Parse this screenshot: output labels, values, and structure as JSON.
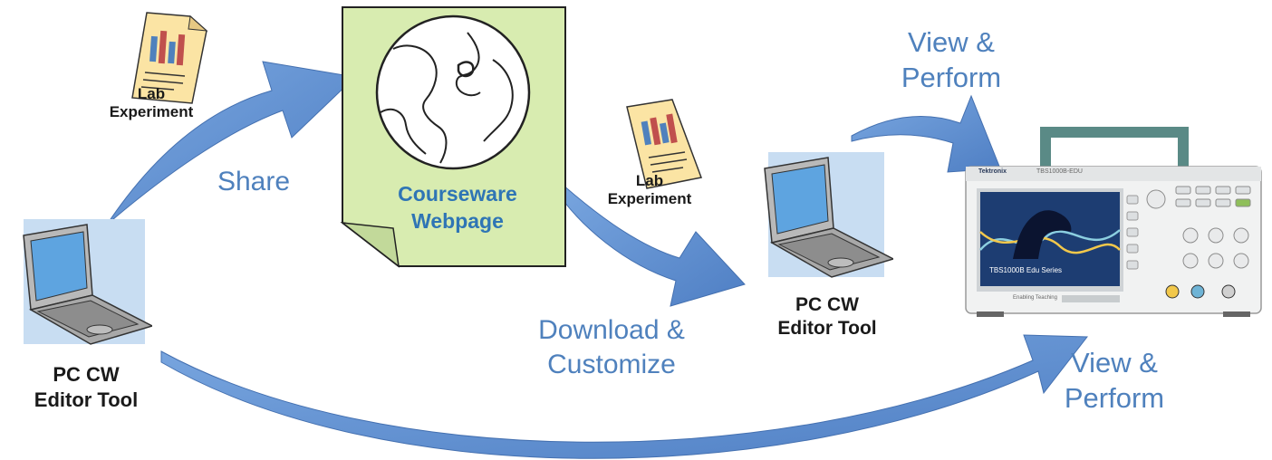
{
  "colors": {
    "arrow_blue": "#5b8fd3",
    "label_blue": "#4f81bd",
    "page_green": "#d8ecb0",
    "doc_yellow": "#fbe4a4",
    "screen_blue": "#5ea4e0"
  },
  "nodes": {
    "laptop_left": {
      "label_line1": "PC CW",
      "label_line2": "Editor Tool"
    },
    "laptop_center": {
      "label_line1": "PC CW",
      "label_line2": "Editor Tool"
    },
    "doc_left": {
      "label_line1": "Lab",
      "label_line2": "Experiment"
    },
    "doc_center": {
      "label_line1": "Lab",
      "label_line2": "Experiment"
    },
    "webpage": {
      "label_line1": "Courseware",
      "label_line2": "Webpage"
    },
    "oscilloscope": {
      "brand": "Tektronix",
      "model_header": "TBS1000B-EDU",
      "screen_title": "TBS1000B Edu Series",
      "footer_text": "Enabling Teaching"
    }
  },
  "arrows": {
    "share": {
      "label": "Share"
    },
    "download": {
      "label_line1": "Download &",
      "label_line2": "Customize"
    },
    "view_top": {
      "label_line1": "View &",
      "label_line2": "Perform"
    },
    "view_bottom": {
      "label_line1": "View &",
      "label_line2": "Perform"
    }
  }
}
